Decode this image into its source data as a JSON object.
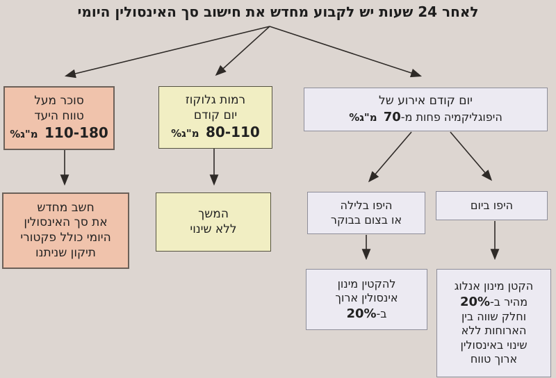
{
  "title": "לאחר 24 שעות יש לקבוע מחדש את חישוב סך האינסולין היומי",
  "colors": {
    "background": "#ddd6d1",
    "salmon_fill": "#f0c3ac",
    "salmon_border": "#6b6058",
    "yellow_fill": "#f1eec3",
    "yellow_border": "#54523f",
    "lavender_fill": "#eceaf2",
    "lavender_border": "#8d8d99",
    "arrow": "#2e2a27",
    "text": "#212121"
  },
  "boxes": {
    "sugar_above_target": {
      "line1": "סוכר מעל",
      "line2": "טווח היעד",
      "range": "110-180",
      "unit": "מ\"ג%"
    },
    "glucose_previous_day": {
      "line1": "רמות גלוקוז",
      "line2": "יום קודם",
      "range": "80-110",
      "unit": "מ\"ג%"
    },
    "hypo_previous_day": {
      "line1": "יום קודם אירוע של",
      "line2_pre": "היפוגליקמיה פחות מ-",
      "line2_value": "70",
      "line2_unit": "מ\"ג%"
    },
    "recalculate": {
      "line1": "חשב מחדש",
      "line2": "את סך האינסולין",
      "line3": "היומי כולל פקטורי",
      "line4": "תיקון שניתנו"
    },
    "continue_no_change": {
      "line1": "המשך",
      "line2": "ללא שינוי"
    },
    "hypo_night": {
      "line1": "היפו בלילה",
      "line2": "או בצום בבוקר"
    },
    "hypo_day": {
      "line1": "היפו ביום"
    },
    "reduce_long_insulin": {
      "line1": "להקטין מינון",
      "line2": "אינסולין ארוך",
      "line3_pre": "ב-",
      "line3_value": "20%"
    },
    "reduce_rapid_analog": {
      "line1": "הקטן מינון אנלוג",
      "line2_pre": "מהיר ב-",
      "line2_value": "20%",
      "line3": "וחלק שווה בין",
      "line4": "הארוחות ללא",
      "line5": "שינוי באינסולין",
      "line6": "ארוך טווח"
    }
  }
}
